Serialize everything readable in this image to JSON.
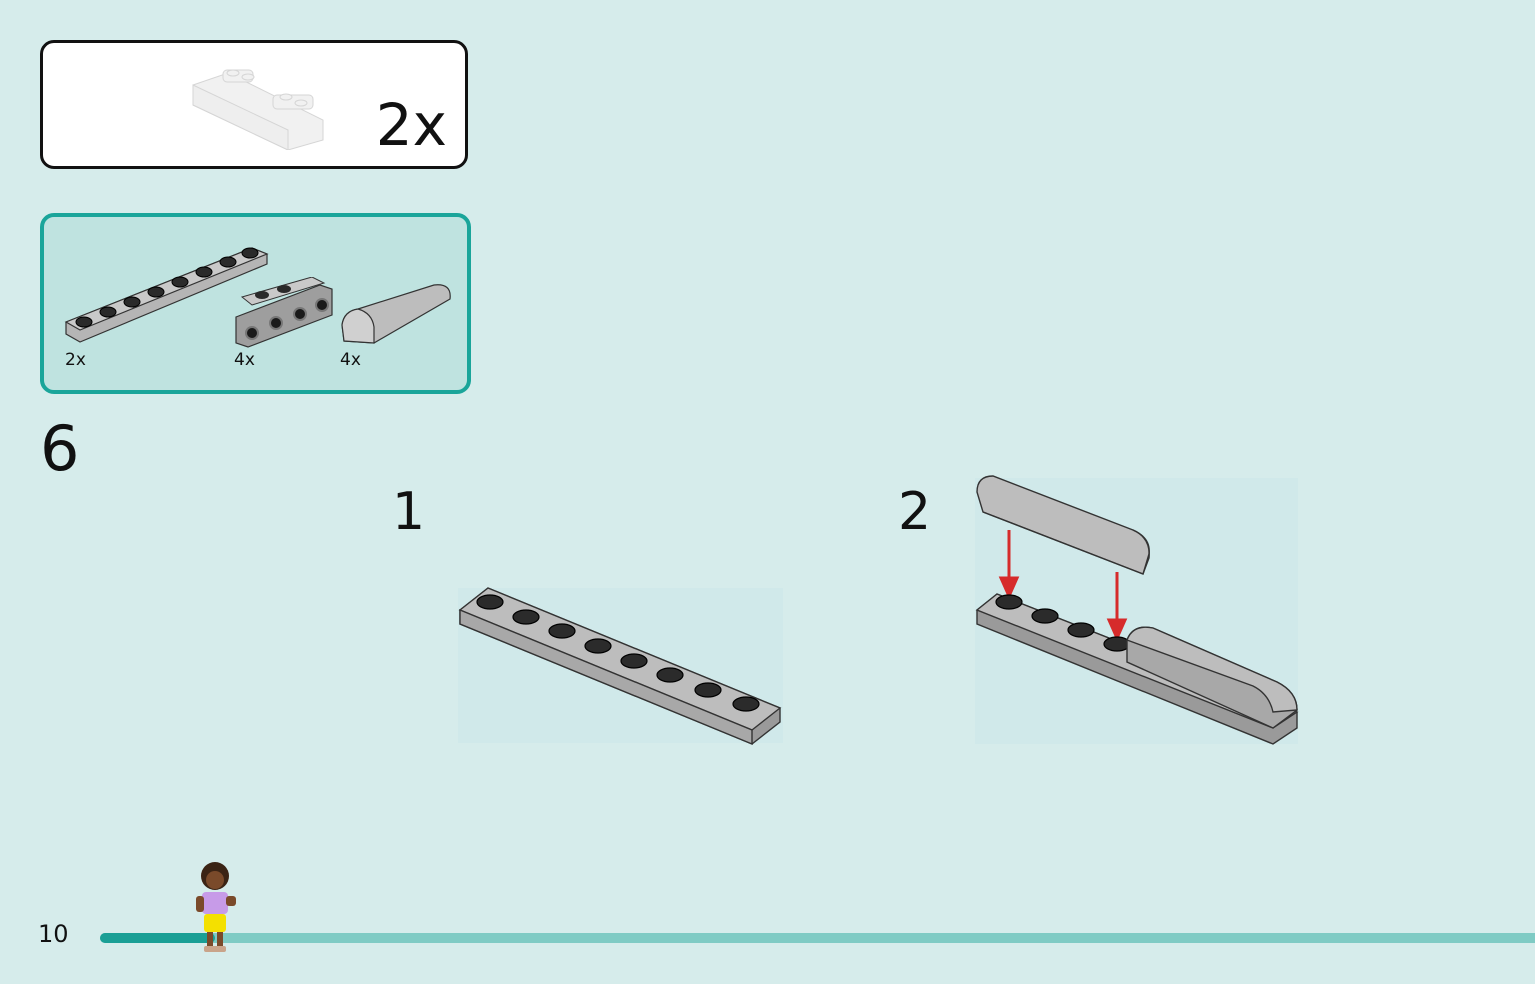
{
  "submodel": {
    "count": "2x"
  },
  "parts": [
    {
      "name": "plate-1x8",
      "qty": "2x"
    },
    {
      "name": "bracket-1x2-2x4",
      "qty": "4x"
    },
    {
      "name": "curved-slope-1x4",
      "qty": "4x"
    }
  ],
  "step": {
    "number": "6",
    "substeps": [
      "1",
      "2"
    ]
  },
  "footer": {
    "page_number": "10",
    "progress": 0.08
  },
  "colors": {
    "background": "#d6eceb",
    "parts_border": "#1aa59a",
    "progress": "#1a9f95",
    "arrow": "#d62b2b"
  }
}
